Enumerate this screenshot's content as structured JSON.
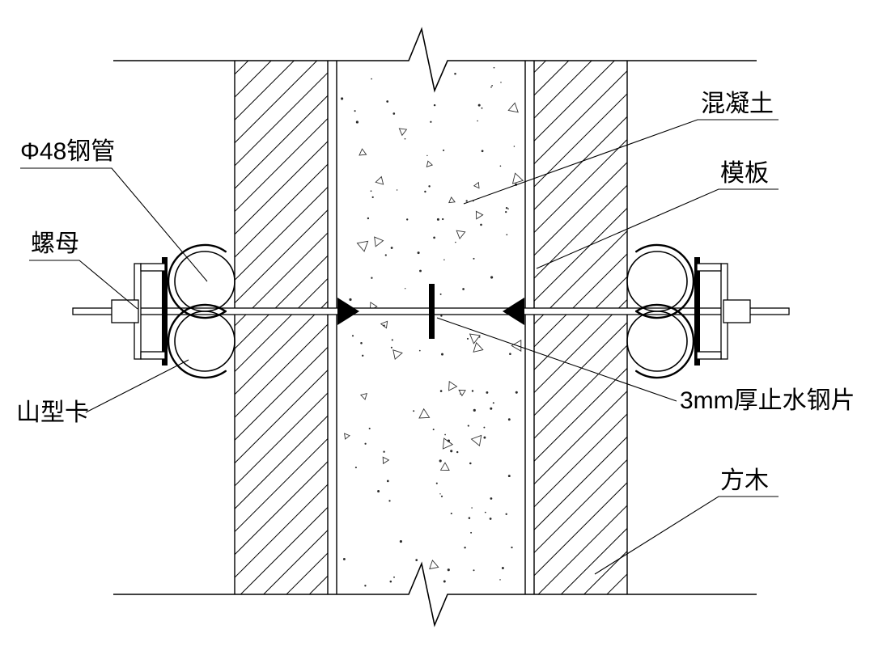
{
  "drawing": {
    "labels": {
      "pipe": "Φ48钢管",
      "nut": "螺母",
      "clamp": "山型卡",
      "concrete": "混凝土",
      "formwork": "模板",
      "waterstop": "3mm厚止水钢片",
      "timber": "方木"
    },
    "colors": {
      "line": "#000000",
      "background": "#ffffff"
    }
  }
}
